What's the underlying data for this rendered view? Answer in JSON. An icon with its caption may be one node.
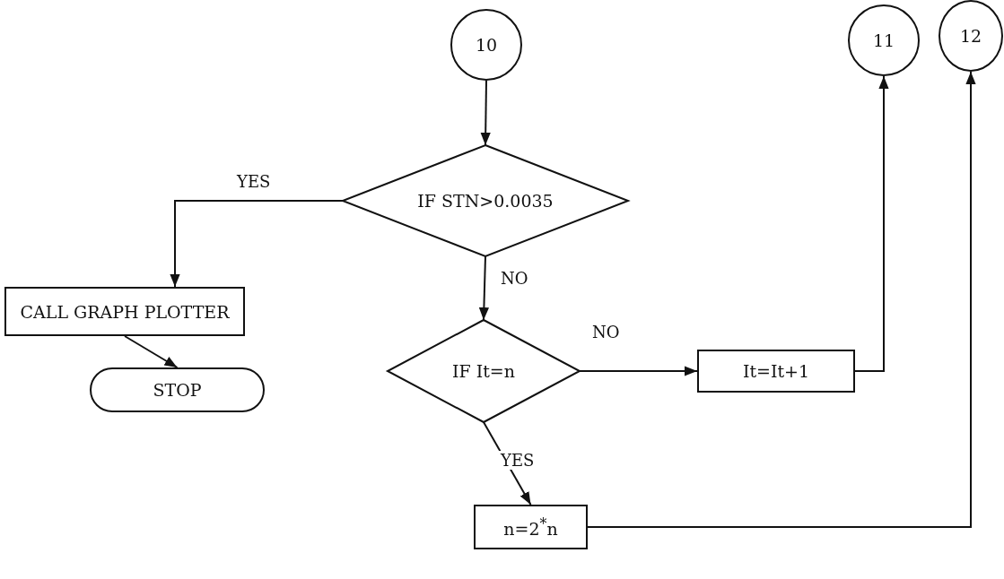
{
  "diagram": {
    "nodes": [
      {
        "text": [
          "10"
        ]
      },
      {
        "text": [
          "IF STN>0.0035"
        ]
      },
      {
        "text": [
          "CALL GRAPH PLOTTER"
        ]
      },
      {
        "text": [
          "STOP"
        ]
      },
      {
        "text": [
          "IF It=n"
        ]
      },
      {
        "text": [
          "It=It+1"
        ]
      },
      {
        "text": [
          "11"
        ]
      },
      {
        "text": [
          "12"
        ]
      },
      {
        "text": [
          "n=2$^{*}$n"
        ]
      }
    ],
    "edges": [
      {
        "from": 0,
        "to": 1,
        "arrow": "to"
      },
      {
        "from": 1,
        "to": 2,
        "arrow": "to",
        "label": "YES"
      },
      {
        "from": 2,
        "to": 3,
        "arrow": "to"
      },
      {
        "from": 1,
        "to": 4,
        "arrow": "to",
        "label": "NO"
      },
      {
        "from": 4,
        "to": 5,
        "arrow": "to",
        "label": "NO"
      },
      {
        "from": 5,
        "to": 6,
        "arrow": "to"
      },
      {
        "from": 4,
        "to": 8,
        "arrow": "to",
        "label": "YES"
      },
      {
        "from": 8,
        "to": 7,
        "arrow": "to"
      }
    ]
  }
}
